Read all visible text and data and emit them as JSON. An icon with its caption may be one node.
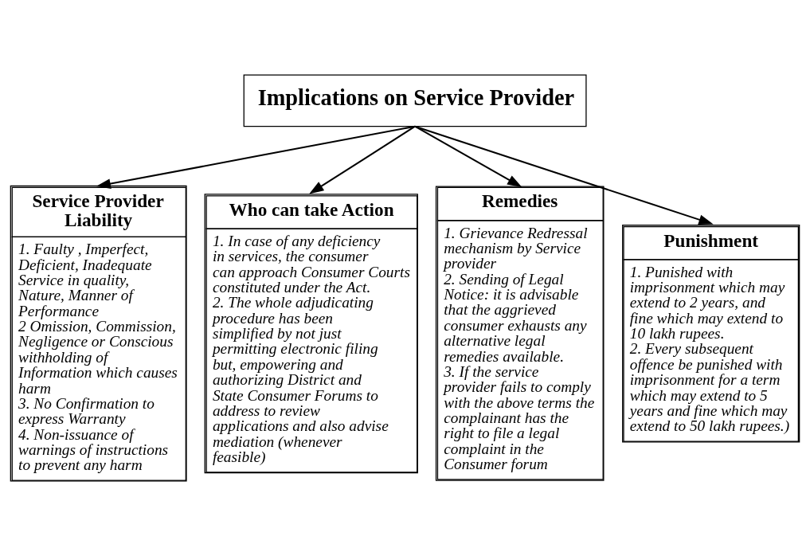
{
  "diagram": {
    "nodes": [
      {
        "text": [
          "Implications on Service Provider"
        ]
      },
      {
        "text": [
          "Service Provider Liability",
          "1. Faulty , Imperfect, Deficient, Inadequate Service in quality, Nature, Manner of Performance",
          "2 Omission, Commission, Negligence or Conscious withholding of Information which causes harm",
          "3. No Confirmation to express Warranty",
          "4. Non-issuance of warnings of instructions to prevent any harm"
        ]
      },
      {
        "text": [
          "Who can take Action",
          "1. In case of any deficiency in services, the consumer can approach Consumer Courts constituted under the Act.",
          "2. The whole adjudicating procedure has been simplified by not just permitting electronic filing but, empowering and authorizing District and State Consumer Forums to address to review applications and also advise mediation (whenever feasible)"
        ]
      },
      {
        "text": [
          "Remedies",
          "1. Grievance Redressal mechanism by Service provider",
          "2. Sending of Legal Notice: it is advisable that the aggrieved consumer exhausts any alternative legal remedies available.",
          "3. If the service provider fails to comply with the above terms the complainant has the right to file a legal complaint in the Consumer forum"
        ]
      },
      {
        "text": [
          "Punishment",
          "1. Punished with imprisonment which may extend to 2 years, and fine which may extend to 10 lakh rupees.",
          "2. Every subsequent offence be punished with imprisonment for a term which may extend to 5 years and fine which may extend to 50 lakh rupees.)"
        ]
      }
    ],
    "edges": [
      {
        "from": 0,
        "to": 1,
        "arrow": "to"
      },
      {
        "from": 0,
        "to": 2,
        "arrow": "to"
      },
      {
        "from": 0,
        "to": 3,
        "arrow": "to"
      },
      {
        "from": 0,
        "to": 4,
        "arrow": "to"
      }
    ]
  }
}
